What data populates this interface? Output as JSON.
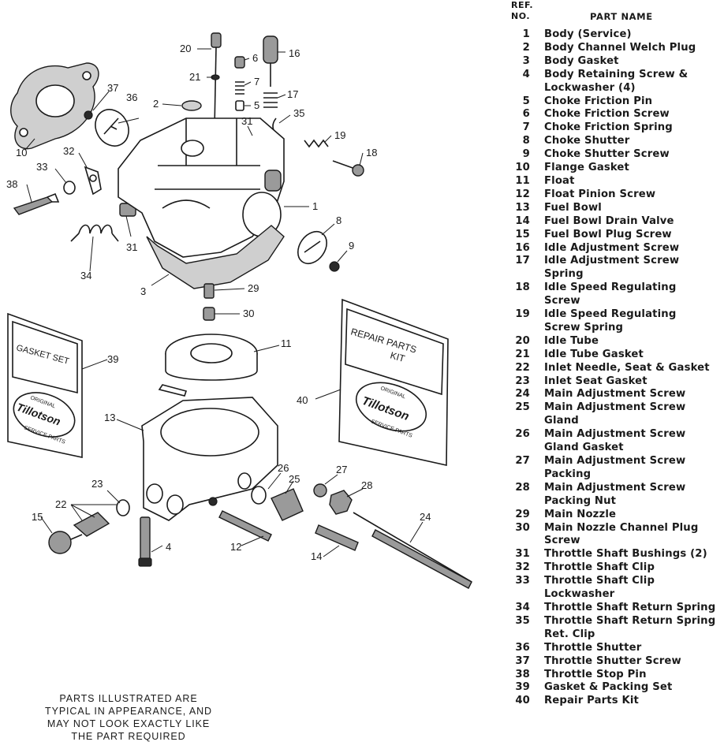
{
  "legend": {
    "ref_header_line1": "REF.",
    "ref_header_line2": "NO.",
    "part_name_header": "PART NAME",
    "parts": [
      {
        "no": "1",
        "name": "Body (Service)"
      },
      {
        "no": "2",
        "name": "Body Channel Welch Plug"
      },
      {
        "no": "3",
        "name": "Body Gasket"
      },
      {
        "no": "4",
        "name": "Body Retaining Screw &\n   Lockwasher (4)"
      },
      {
        "no": "5",
        "name": "Choke Friction Pin"
      },
      {
        "no": "6",
        "name": "Choke Friction Screw"
      },
      {
        "no": "7",
        "name": "Choke Friction Spring"
      },
      {
        "no": "8",
        "name": "Choke Shutter"
      },
      {
        "no": "9",
        "name": "Choke Shutter Screw"
      },
      {
        "no": "10",
        "name": "Flange Gasket"
      },
      {
        "no": "11",
        "name": "Float"
      },
      {
        "no": "12",
        "name": "Float Pinion Screw"
      },
      {
        "no": "13",
        "name": "Fuel Bowl"
      },
      {
        "no": "14",
        "name": "Fuel Bowl Drain Valve"
      },
      {
        "no": "15",
        "name": "Fuel Bowl Plug Screw"
      },
      {
        "no": "16",
        "name": "Idle Adjustment Screw"
      },
      {
        "no": "17",
        "name": "Idle Adjustment Screw\n   Spring"
      },
      {
        "no": "18",
        "name": "Idle Speed Regulating\n   Screw"
      },
      {
        "no": "19",
        "name": "Idle Speed Regulating\n   Screw Spring"
      },
      {
        "no": "20",
        "name": "Idle Tube"
      },
      {
        "no": "21",
        "name": "Idle Tube Gasket"
      },
      {
        "no": "22",
        "name": "Inlet Needle, Seat & Gasket"
      },
      {
        "no": "23",
        "name": "Inlet Seat Gasket"
      },
      {
        "no": "24",
        "name": "Main Adjustment Screw"
      },
      {
        "no": "25",
        "name": "Main Adjustment Screw\n   Gland"
      },
      {
        "no": "26",
        "name": "Main Adjustment Screw\n   Gland Gasket"
      },
      {
        "no": "27",
        "name": "Main Adjustment Screw\n   Packing"
      },
      {
        "no": "28",
        "name": "Main Adjustment Screw\n   Packing Nut"
      },
      {
        "no": "29",
        "name": "Main Nozzle"
      },
      {
        "no": "30",
        "name": "Main Nozzle Channel Plug\n   Screw"
      },
      {
        "no": "31",
        "name": "Throttle Shaft Bushings (2)"
      },
      {
        "no": "32",
        "name": "Throttle Shaft Clip"
      },
      {
        "no": "33",
        "name": "Throttle Shaft Clip\n   Lockwasher"
      },
      {
        "no": "34",
        "name": "Throttle Shaft Return Spring"
      },
      {
        "no": "35",
        "name": "Throttle Shaft Return Spring\n   Ret. Clip"
      },
      {
        "no": "36",
        "name": "Throttle Shutter"
      },
      {
        "no": "37",
        "name": "Throttle Shutter Screw"
      },
      {
        "no": "38",
        "name": "Throttle Stop Pin"
      },
      {
        "no": "39",
        "name": "Gasket & Packing Set"
      },
      {
        "no": "40",
        "name": "Repair Parts Kit"
      }
    ]
  },
  "note": "PARTS ILLUSTRATED ARE\nTYPICAL IN APPEARANCE, AND\nMAY NOT LOOK EXACTLY LIKE\nTHE PART REQUIRED",
  "diagram": {
    "callouts": {
      "c1": "1",
      "c2": "2",
      "c3": "3",
      "c4": "4",
      "c5": "5",
      "c6": "6",
      "c7": "7",
      "c8": "8",
      "c9": "9",
      "c10": "10",
      "c11": "11",
      "c12": "12",
      "c13": "13",
      "c14": "14",
      "c15": "15",
      "c16": "16",
      "c17": "17",
      "c18": "18",
      "c19": "19",
      "c20": "20",
      "c21": "21",
      "c22": "22",
      "c23": "23",
      "c24": "24",
      "c25": "25",
      "c26": "26",
      "c27": "27",
      "c28": "28",
      "c29": "29",
      "c30": "30",
      "c31a": "31",
      "c31b": "31",
      "c32": "32",
      "c33": "33",
      "c34": "34",
      "c35": "35",
      "c36": "36",
      "c37": "37",
      "c38": "38",
      "c39": "39",
      "c40": "40"
    },
    "gasket_card": {
      "title": "GASKET SET",
      "seal_top": "ORIGINAL",
      "seal_brand": "Tillotson",
      "seal_bottom": "SERVICE PARTS"
    },
    "kit_card": {
      "title_line1": "REPAIR PARTS",
      "title_line2": "KIT",
      "seal_top": "ORIGINAL",
      "seal_brand": "Tillotson",
      "seal_bottom": "SERVICE PARTS"
    }
  }
}
